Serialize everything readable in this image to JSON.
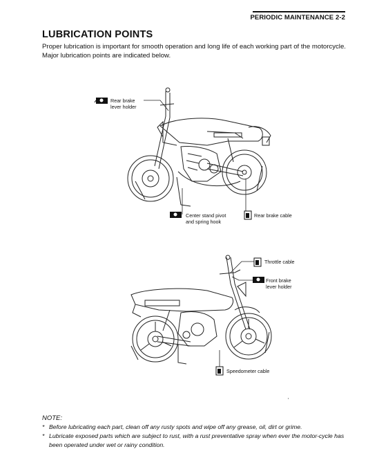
{
  "header": {
    "section": "PERIODIC MAINTENANCE 2-2"
  },
  "page_title": "LUBRICATION POINTS",
  "intro": {
    "line1": "Proper lubrication is important for smooth operation and long life of each working part of the motorcycle.",
    "line2": "Major lubrication points are indicated below."
  },
  "figure1": {
    "labels": {
      "rear_brake_lever_holder_1": "Rear brake",
      "rear_brake_lever_holder_2": "lever holder",
      "center_stand_1": "Center stand pivot",
      "center_stand_2": "and spring hook",
      "rear_brake_cable": "Rear brake cable"
    }
  },
  "figure2": {
    "labels": {
      "throttle_cable": "Throttle cable",
      "front_brake_1": "Front brake",
      "front_brake_2": "lever holder",
      "speedometer_cable": "Speedometer cable"
    }
  },
  "note": {
    "title": "NOTE:",
    "items": [
      {
        "bullet": "*",
        "text": "Before lubricating each part, clean off any rusty spots and wipe off any grease, oil, dirt or grime."
      },
      {
        "bullet": "*",
        "text": "Lubricate exposed parts which are subject to rust, with a rust preventative spray when ever the motor-cycle has been operated under wet or rainy condition."
      }
    ]
  },
  "icons": [
    "grease-gun-icon",
    "oil-can-icon"
  ]
}
